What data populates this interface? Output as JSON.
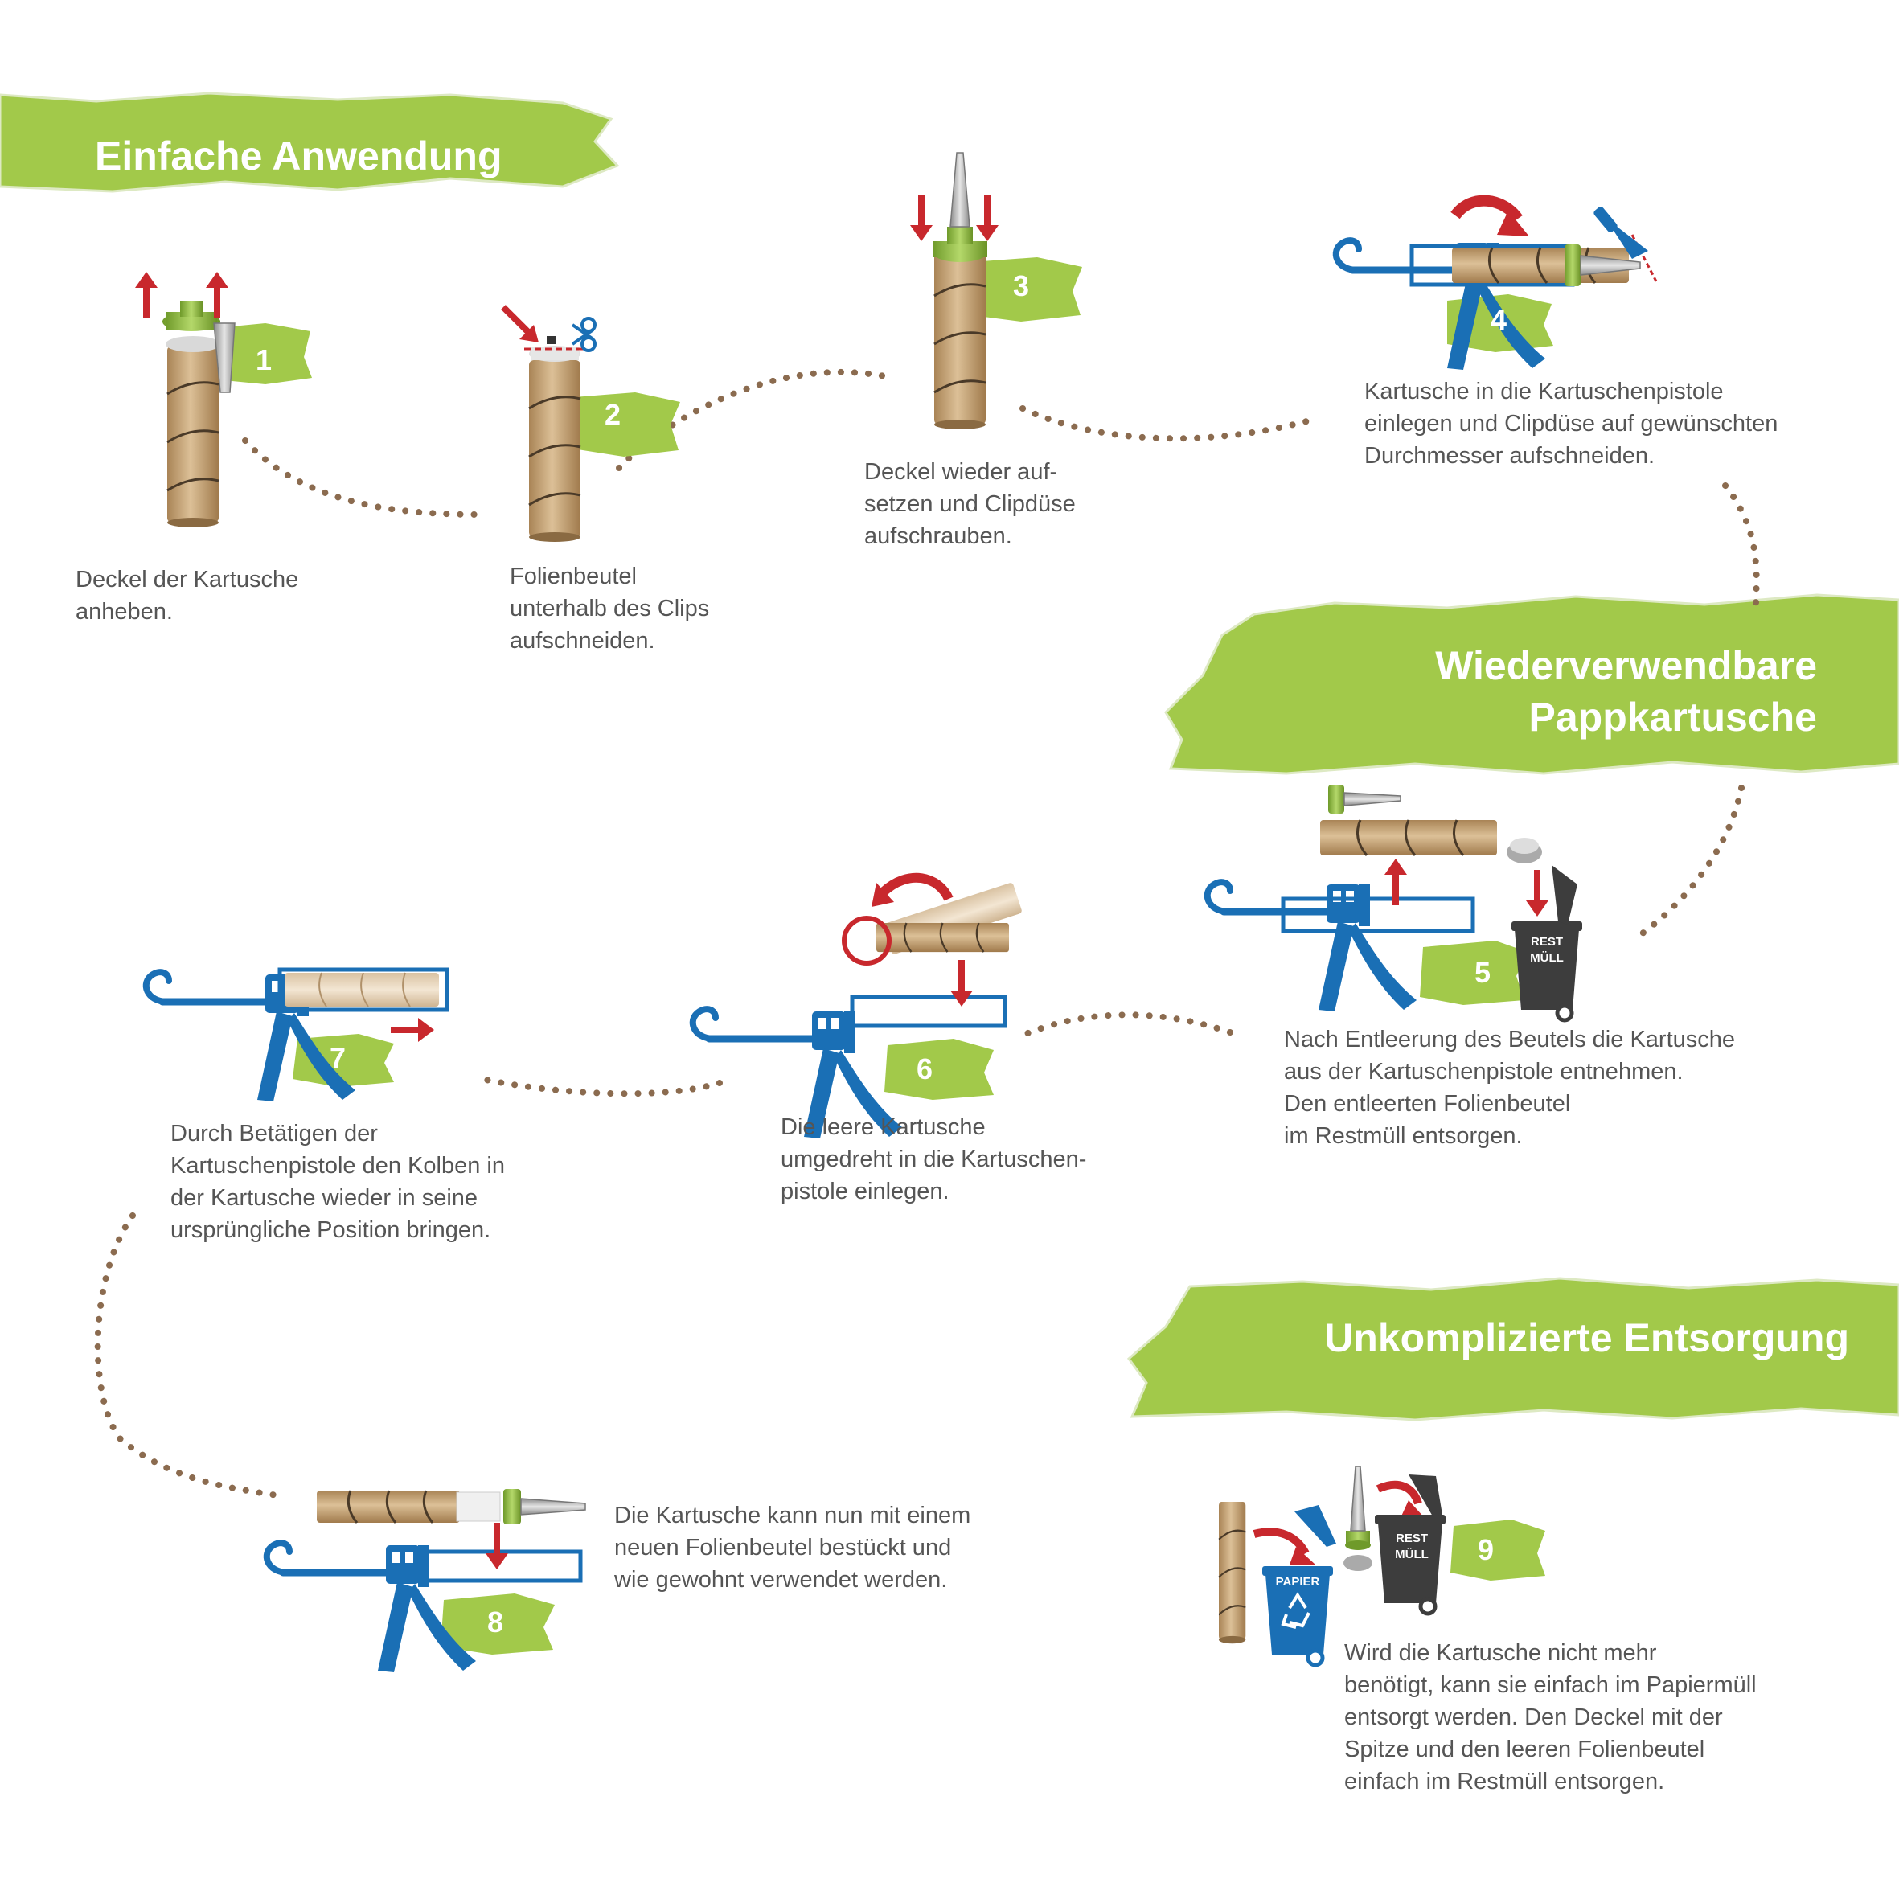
{
  "banners": {
    "section1": "Einfache Anwendung",
    "section2": "Wiederverwendbare\nPappkartusche",
    "section3": "Unkomplizierte Entsorgung"
  },
  "steps": [
    {
      "number": "1",
      "text": "Deckel der Kartusche\nanheben."
    },
    {
      "number": "2",
      "text": "Folienbeutel\nunterhalb des Clips\naufschneiden."
    },
    {
      "number": "3",
      "text": "Deckel wieder auf-\nsetzen und Clipdüse\naufschrauben."
    },
    {
      "number": "4",
      "text": "Kartusche in die Kartuschenpistole\neinlegen und Clipdüse auf gewünschten\nDurchmesser aufschneiden."
    },
    {
      "number": "5",
      "text": "Nach Entleerung des Beutels die Kartusche\naus der Kartuschenpistole entnehmen.\nDen entleerten Folienbeutel\nim Restmüll entsorgen."
    },
    {
      "number": "6",
      "text": "Die leere Kartusche\numgedreht in die Kartuschen-\npistole einlegen."
    },
    {
      "number": "7",
      "text": "Durch Betätigen der\nKartuschenpistole den Kolben in\nder Kartusche wieder in seine\nursprüngliche Position bringen."
    },
    {
      "number": "8",
      "text": "Die Kartusche kann nun mit einem\nneuen Folienbeutel bestückt und\nwie gewohnt verwendet werden."
    },
    {
      "number": "9",
      "text": "Wird die Kartusche nicht mehr\nbenötigt, kann sie einfach im Papiermüll\nentsorgt werden. Den Deckel mit der\nSpitze und den leeren Folienbeutel\neinfach im Restmüll entsorgen."
    }
  ],
  "bins": {
    "rest_line1": "REST",
    "rest_line2": "MÜLL",
    "papier": "PAPIER"
  },
  "colors": {
    "green": "#a2c94a",
    "blue": "#1a6fb5",
    "red": "#c8282d",
    "cardboard": "#c9a87a",
    "dots": "#8b6b4f",
    "bin_dark": "#3d3d3d",
    "text": "#555555"
  }
}
